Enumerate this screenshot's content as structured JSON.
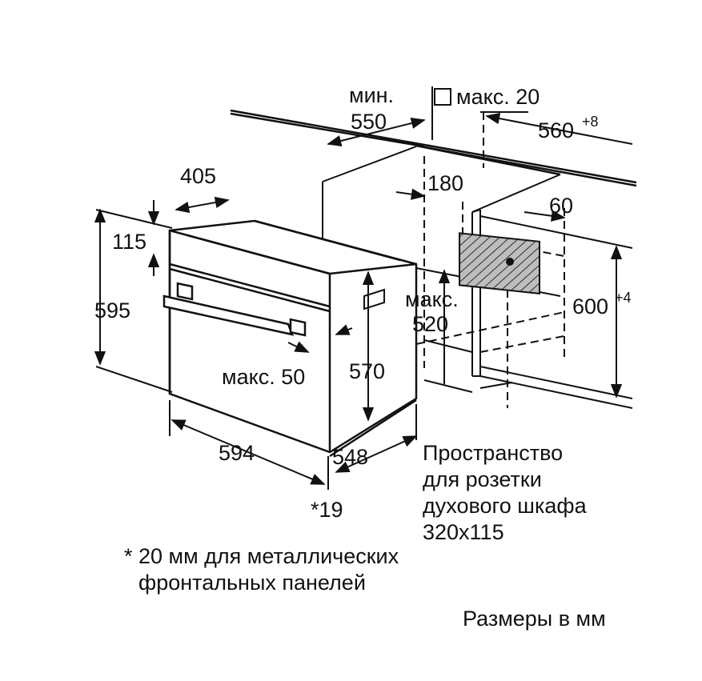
{
  "labels": {
    "min": "мин.",
    "depth_550": "550",
    "max_20": "макс. 20",
    "width_560": "560",
    "width_560_tol": "+8",
    "d_405": "405",
    "d_180": "180",
    "d_60": "60",
    "d_115": "115",
    "h_595": "595",
    "max_520_a": "макс.",
    "max_520_b": "520",
    "h_600": "600",
    "h_600_tol": "+4",
    "max_50": "макс. 50",
    "h_570": "570",
    "w_594": "594",
    "d_548": "548",
    "d_19": "*19"
  },
  "socket_note": {
    "line1": "Пространство",
    "line2": "для розетки",
    "line3": "духового шкафа",
    "line4": "320x115"
  },
  "footnote": {
    "line1": "* 20 мм для металлических",
    "line2": "фронтальных панелей"
  },
  "units_note": "Размеры в мм",
  "colors": {
    "ink": "#111111",
    "background": "#ffffff"
  }
}
